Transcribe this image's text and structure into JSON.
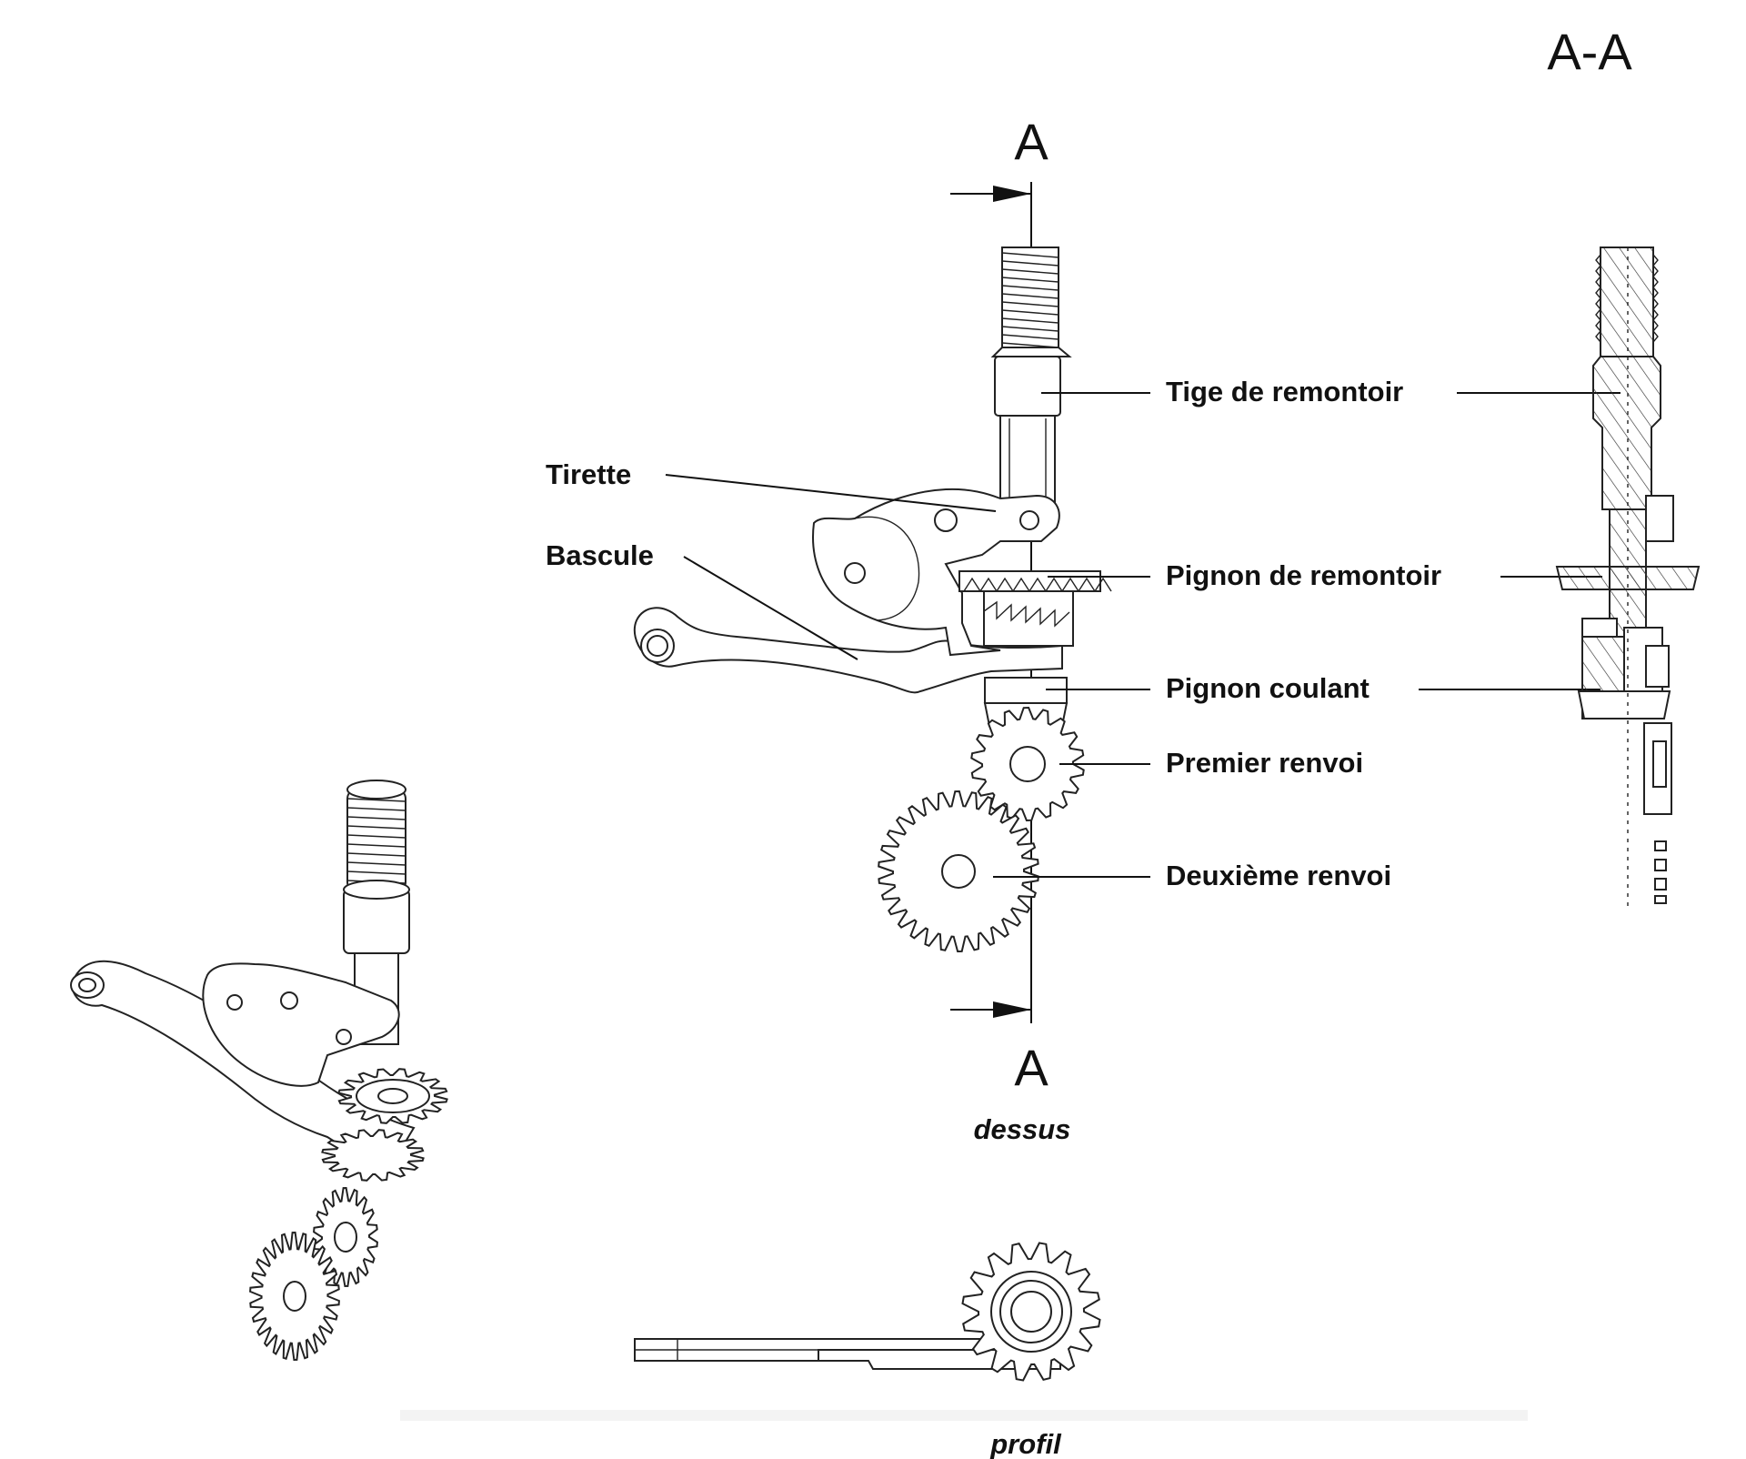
{
  "section_title": "A-A",
  "section_marker_top": "A",
  "section_marker_bottom": "A",
  "labels": {
    "tige": "Tige de remontoir",
    "tirette": "Tirette",
    "bascule": "Bascule",
    "pignon_remontoir": "Pignon de remontoir",
    "pignon_coulant": "Pignon coulant",
    "premier_renvoi": "Premier renvoi",
    "deuxieme_renvoi": "Deuxième renvoi"
  },
  "captions": {
    "top_view": "dessus",
    "profile_view": "profil"
  },
  "colors": {
    "line": "#111111",
    "background": "#ffffff"
  }
}
